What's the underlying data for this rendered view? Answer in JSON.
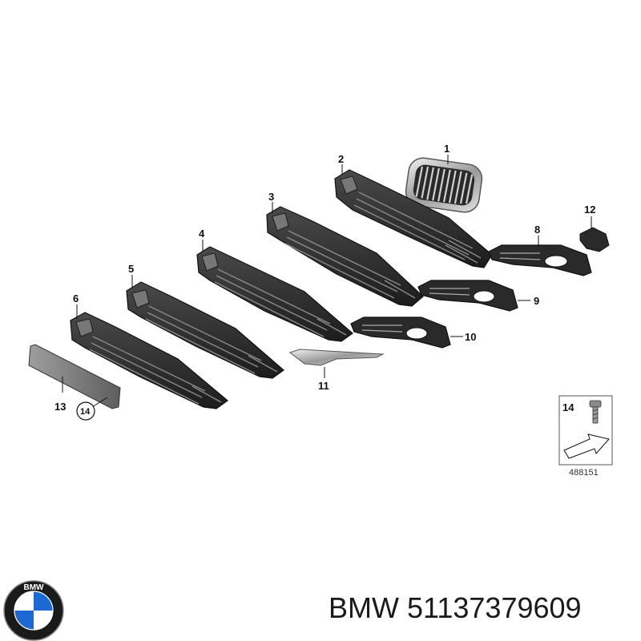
{
  "diagram": {
    "callouts": [
      "1",
      "2",
      "3",
      "4",
      "5",
      "6",
      "8",
      "9",
      "10",
      "11",
      "12",
      "13"
    ],
    "circled_callout": "14",
    "fastener_legend": {
      "number": "14",
      "reference": "488151"
    }
  },
  "caption": {
    "brand": "BMW",
    "part_number": "51137379609"
  },
  "logo": {
    "text": "BMW",
    "colors": {
      "blue": "#1c69d4",
      "white": "#ffffff",
      "ring": "#1a1a1a"
    }
  }
}
